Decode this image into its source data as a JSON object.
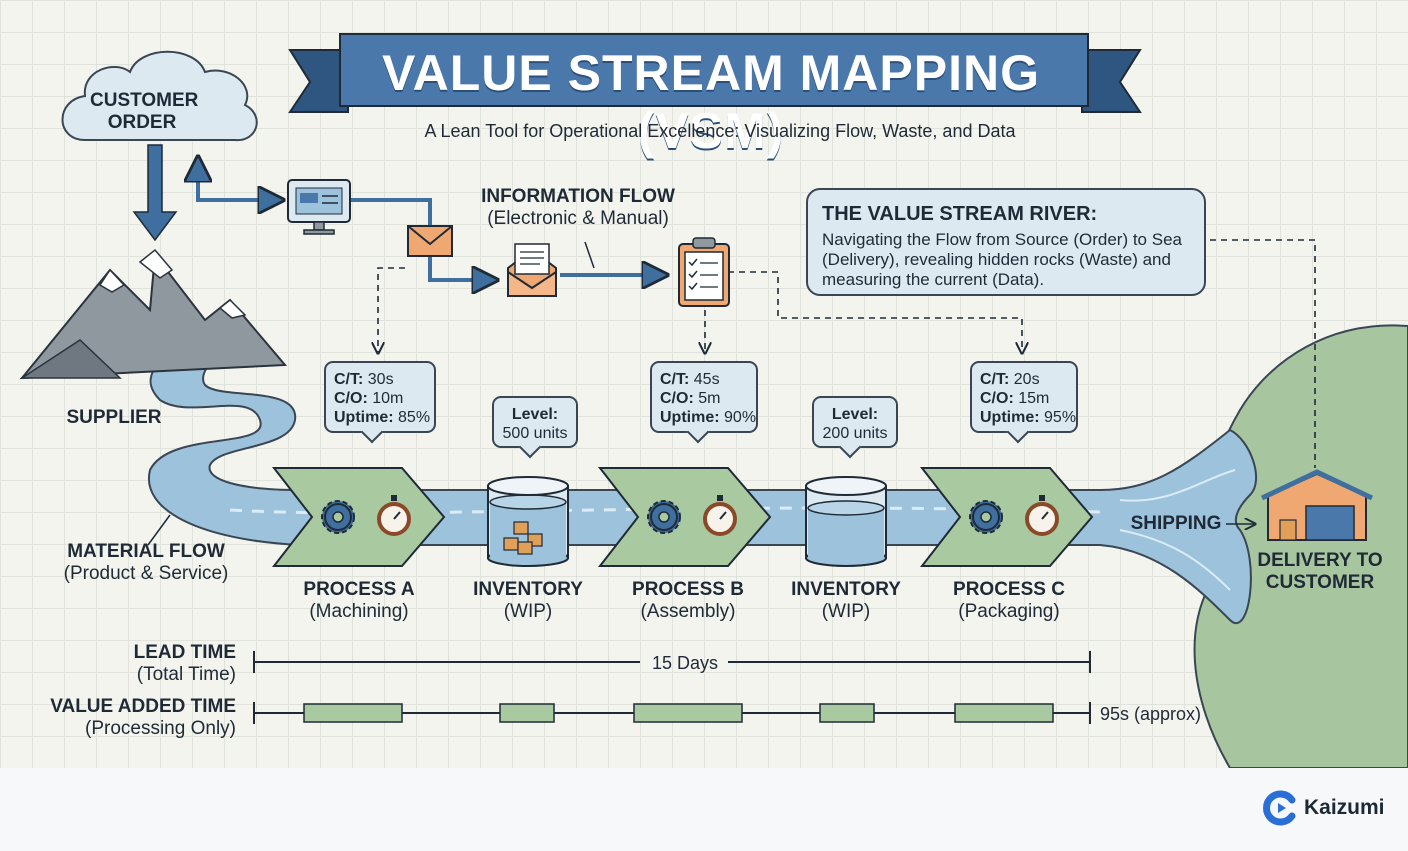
{
  "title": "VALUE STREAM MAPPING (VSM)",
  "subtitle": "A Lean Tool for Operational Excellence: Visualizing Flow, Waste, and Data",
  "customer_order": [
    "CUSTOMER",
    "ORDER"
  ],
  "supplier": "SUPPLIER",
  "information_flow": {
    "title": "INFORMATION FLOW",
    "sub": "(Electronic & Manual)"
  },
  "river_box": {
    "title": "THE VALUE STREAM RIVER:",
    "body": "Navigating the Flow from Source (Order) to Sea (Delivery), revealing hidden rocks (Waste) and measuring the current (Data)."
  },
  "material_flow": {
    "title": "MATERIAL FLOW",
    "sub": "(Product & Service)"
  },
  "processes": [
    {
      "name": "PROCESS A",
      "sub": "(Machining)",
      "ct": "30s",
      "co": "10m",
      "uptime": "85%"
    },
    {
      "name": "PROCESS B",
      "sub": "(Assembly)",
      "ct": "45s",
      "co": "5m",
      "uptime": "90%"
    },
    {
      "name": "PROCESS C",
      "sub": "(Packaging)",
      "ct": "20s",
      "co": "15m",
      "uptime": "95%"
    }
  ],
  "metric_keys": {
    "ct": "C/T:",
    "co": "C/O:",
    "uptime": "Uptime:"
  },
  "inventories": [
    {
      "name": "INVENTORY",
      "sub": "(WIP)",
      "level_label": "Level:",
      "level": "500 units"
    },
    {
      "name": "INVENTORY",
      "sub": "(WIP)",
      "level_label": "Level:",
      "level": "200 units"
    }
  ],
  "shipping": "SHIPPING",
  "delivery": [
    "DELIVERY TO",
    "CUSTOMER"
  ],
  "lead_time": {
    "title": "LEAD TIME",
    "sub": "(Total Time)",
    "value": "15 Days"
  },
  "value_added": {
    "title": "VALUE ADDED TIME",
    "sub": "(Processing Only)",
    "value": "95s (approx)"
  },
  "brand": "Kaizumi",
  "colors": {
    "banner": "#4a78aa",
    "banner_dark": "#2f5680",
    "river": "#9cc2dc",
    "river_edge": "#3a4654",
    "process": "#a9c9a0",
    "island": "#a7c59e",
    "bubble": "#dde9f1",
    "line": "#3f6f9e",
    "brand_blue": "#2a6fd6"
  }
}
